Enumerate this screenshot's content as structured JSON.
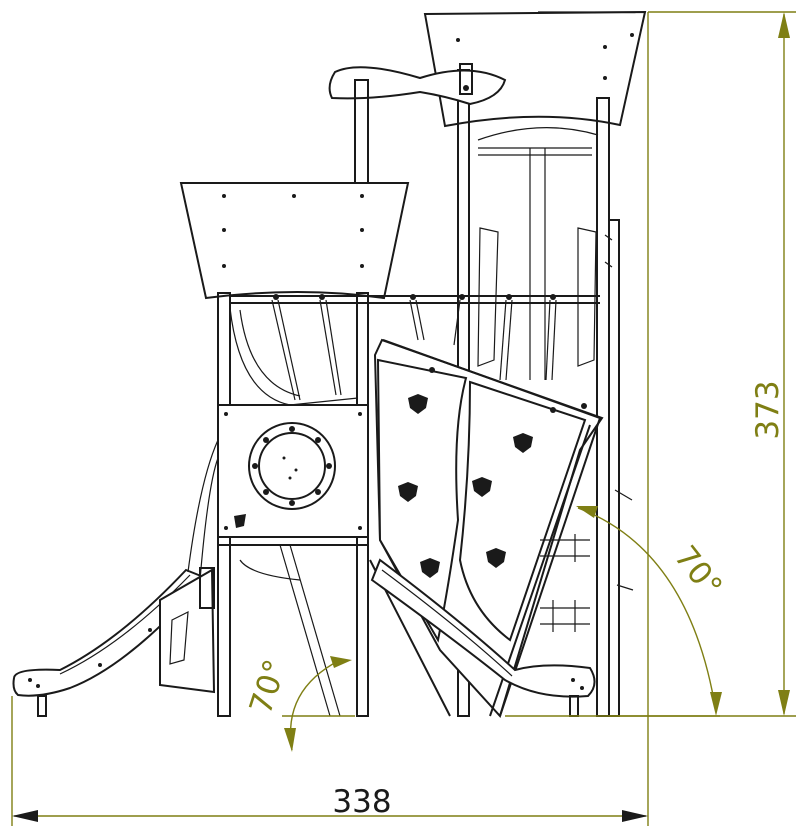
{
  "dimensions": {
    "width_label": "338",
    "height_label": "373",
    "angle_left_label": "70°",
    "angle_right_label": "70°"
  },
  "colors": {
    "line": "#1a1a1a",
    "dimension": "#7f7f14",
    "background": "#ffffff"
  }
}
